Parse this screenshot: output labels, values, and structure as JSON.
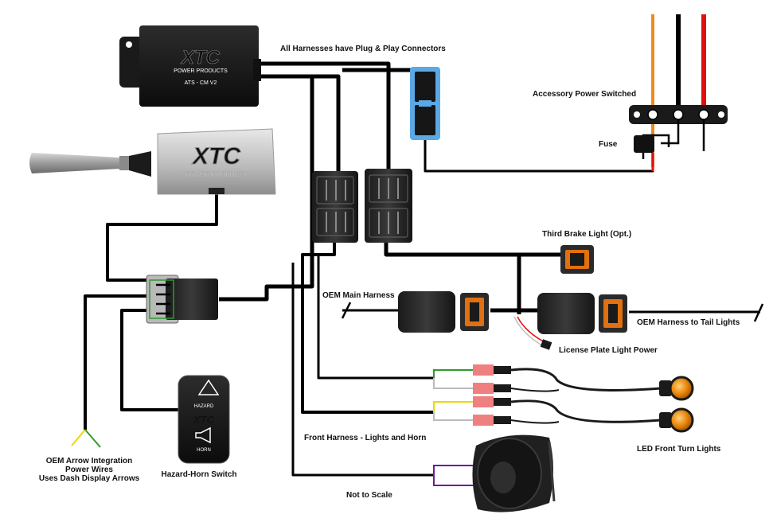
{
  "labels": {
    "plug_play": "All Harnesses have Plug & Play Connectors",
    "accessory_power": "Accessory Power Switched",
    "fuse": "Fuse",
    "third_brake": "Third Brake Light (Opt.)",
    "oem_main": "OEM Main Harness",
    "oem_tail": "OEM Harness to Tail Lights",
    "license_plate": "License Plate Light Power",
    "front_harness": "Front Harness - Lights and Horn",
    "led_front": "LED Front Turn Lights",
    "oem_arrow_1": "OEM Arrow Integration",
    "oem_arrow_2": "Power Wires",
    "oem_arrow_3": "Uses Dash Display Arrows",
    "hazard_horn": "Hazard-Horn Switch",
    "not_to_scale": "Not to Scale"
  },
  "control_module": {
    "brand": "XTC",
    "sub": "POWER PRODUCTS",
    "model": "ATS - CM V2"
  },
  "shifter_box": {
    "brand": "XTC",
    "sub": "POWER PRODUCTS"
  },
  "switch": {
    "hazard": "HAZARD",
    "brand": "XTC",
    "horn": "HORN"
  },
  "colors": {
    "wire_main": "#000000",
    "wire_orange": "#f08a1c",
    "wire_red": "#e01010",
    "wire_green": "#2e9b2e",
    "wire_yellow": "#e9d800",
    "wire_purple": "#6a1e9a",
    "connector_blue": "#5aa9e6",
    "connector_orange": "#e07010",
    "led_amber": "#e8850a"
  }
}
